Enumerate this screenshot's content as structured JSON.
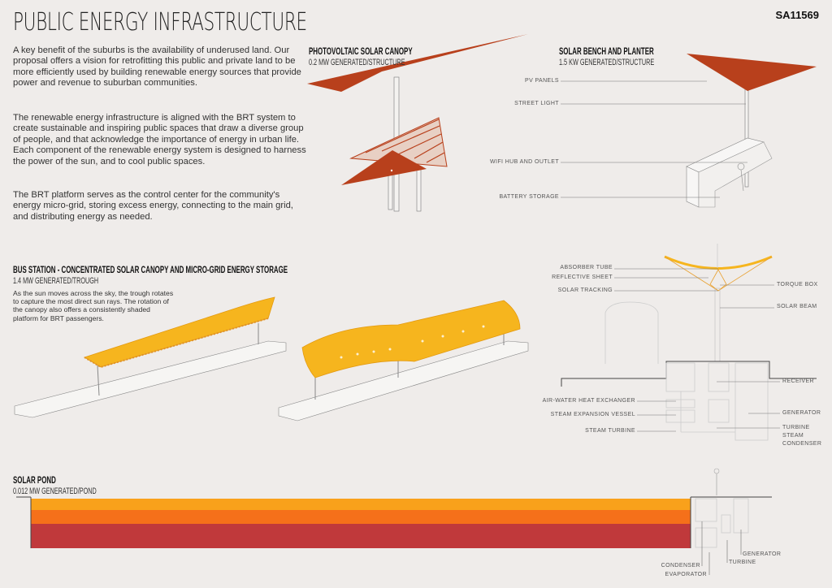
{
  "header": {
    "title": "PUBLIC ENERGY INFRASTRUCTURE",
    "code": "SA11569"
  },
  "intro": {
    "p1": "A key benefit of the suburbs is the availability of underused land.  Our proposal offers a vision for retrofitting this public and private land to be more efficiently used by building renewable energy sources that provide power and revenue to suburban communities.",
    "p2": "The renewable energy infrastructure is aligned with the BRT system to create sustainable and inspiring public spaces that draw a diverse group of people, and that acknowledge the importance of energy in urban life.  Each component of the renewable energy system is designed to harness the power of the sun, and to cool public spaces.",
    "p3": "The BRT platform serves as the control center for the community's energy micro-grid, storing excess energy, connecting to the main grid,  and distributing energy as needed."
  },
  "pv_canopy": {
    "title": "PHOTOVOLTAIC SOLAR CANOPY",
    "sub": "0.2 MW GENERATED/STRUCTURE"
  },
  "bench": {
    "title": "SOLAR BENCH AND PLANTER",
    "sub": "1.5 KW GENERATED/STRUCTURE",
    "labels": [
      "PV PANELS",
      "STREET LIGHT",
      "WIFI HUB AND OUTLET",
      "BATTERY STORAGE"
    ]
  },
  "bus": {
    "title": "BUS STATION - CONCENTRATED SOLAR CANOPY AND MICRO-GRID ENERGY STORAGE",
    "sub": "1.4 MW GENERATED/TROUGH",
    "text": "As the sun moves across the sky, the trough rotates to capture the most direct sun rays.  The rotation of the canopy also offers a consistently shaded platform for BRT passengers."
  },
  "trough": {
    "labels_left": [
      "ABSORBER TUBE",
      "REFLECTIVE SHEET",
      "SOLAR TRACKING",
      "AIR-WATER HEAT EXCHANGER",
      "STEAM EXPANSION VESSEL",
      "STEAM TURBINE"
    ],
    "labels_right": [
      "TORQUE BOX",
      "SOLAR BEAM",
      "RECEIVER",
      "GENERATOR",
      "TURBINE",
      "STEAM",
      "CONDENSER"
    ]
  },
  "pond": {
    "title": "SOLAR POND",
    "sub": "0.012 MW GENERATED/POND",
    "labels": [
      "GENERATOR",
      "TURBINE",
      "CONDENSER",
      "EVAPORATOR"
    ]
  },
  "colors": {
    "canopy": "#b8401c",
    "trough": "#f6b51e",
    "pond_top": "#f9a11b",
    "pond_mid": "#f5701a",
    "pond_bottom": "#c0393b",
    "background": "#efecea"
  }
}
